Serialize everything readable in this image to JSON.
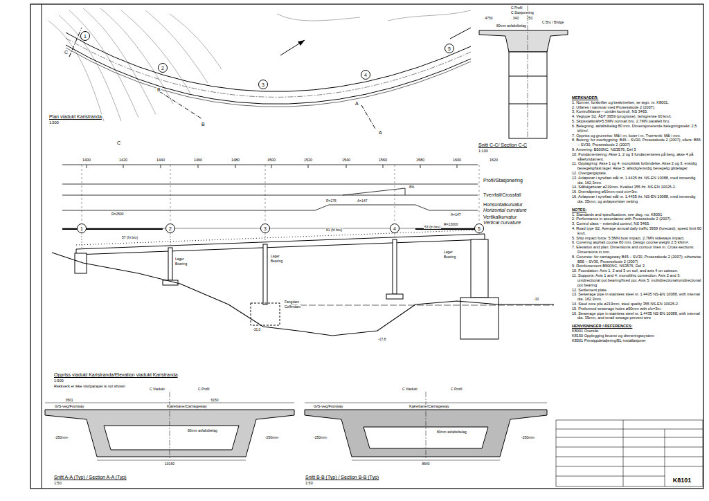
{
  "diagram": {
    "nodes": [
      {
        "text": [
          "1"
        ]
      },
      {
        "text": [
          "2"
        ]
      },
      {
        "text": [
          "3"
        ]
      },
      {
        "text": [
          "4"
        ]
      },
      {
        "text": [
          "5"
        ]
      },
      {
        "text": [
          "1"
        ]
      },
      {
        "text": [
          "2"
        ]
      },
      {
        "text": [
          "3"
        ]
      },
      {
        "text": [
          "4"
        ]
      },
      {
        "text": [
          "5"
        ]
      }
    ],
    "labels": [
      "Plan viadukt Karistranda",
      "1:500",
      "C",
      "C",
      "B",
      "B",
      "A",
      "A",
      "C Profil",
      "C Stasjonering",
      "C Bru / Bridge",
      "4750",
      "340",
      "250",
      "80mm asfaltslitelag",
      "Snitt C-C/ Section C-C",
      "1:100",
      "1400",
      "1420",
      "1440",
      "1460",
      "1480",
      "1500",
      "1520",
      "1540",
      "1560",
      "1580",
      "1600",
      "1620",
      "Profil/Stasjonering",
      "Tverrfall/Crossfall",
      "Horisontalkurvatur",
      "Horizontal curvature",
      "Vertikalkurvatur",
      "Vertical curvature",
      "R=2500",
      "R=13000",
      "R=275",
      "A=147",
      "A=147",
      "8%",
      "57 (fri bru)",
      "61 (fri bru)",
      "53 (fri bru)",
      "Lager",
      "Bearing",
      "Lager",
      "Bearing",
      "Lager",
      "Bearing",
      "Fangdam",
      "Cofferdam",
      "-31,0",
      "-17,8",
      "-10",
      "Oppriss viadukt Karistranda/Elevation viadukt Karistranda",
      "1:500",
      "Rekkverk er ikke vist/parapet is not shown",
      "C Viadukt",
      "C Profil",
      "3501",
      "6150",
      "G/S-veg/Footway",
      "Kjørebane/Carriageway",
      "80mm asfaltslitelag",
      "-250mm-",
      "-250mm-",
      "10160",
      "Snitt A-A (Typ) / Section A-A (Typ)",
      "1:50",
      "C Viadukt",
      "C Profil",
      "G/S-veg/Footway",
      "Kjørebane/Carriageway",
      "80mm asfaltslitelag",
      "-250mm-",
      "-250mm-",
      "8640",
      "Snitt B-B (Typ) / Section B-B (Typ)",
      "1:50",
      "K8101",
      "MERKNADER:",
      "1. Normer, forskrifter og beskrivelser, se tegn. nr. K8001.",
      "2. Utføres i samsvar med Prosesskode 2 (2007).",
      "3. Kontrollklasse – utvidet kontroll, NS 3465.",
      "4. Vegtype S2, ÅDT 3959 (prognose), fartsgrense 60 km/t.",
      "5. Skipsstøtkraft=5,5MN normalt bru, 2,7MN parallelt bru.",
      "6. Belegning: asfaltslitelag 80 mm. Dimensjonerende belegningsvekt: 2,5 kN/m².",
      "7. Oppriss og grunnriss: Mål i m, koter i m. Tverrsnitt: Mål i mm.",
      "8. Betong: for overbygning: B45 – SV30, Prosesskode 2 (2007); ellers: B55 – SV30, Prosesskode 2 (2007)",
      "9. Armering: B500NC, NS3576, Del 3",
      "10. Fundamentering: Akse 1, 2 og 3 fundamenteres på berg, akse 4 på sålefundament.",
      "11. Opplagring: Akse 1 og 4: monolittisk forbindelse. Akse 2 og 3: ensidig bevegelig/fast lager. Akse 5: allsidig/ensidig bevegelig glidelager",
      "12. Overgangsplate.",
      "13. Avløpsrør i syrefast stål nr. 1.4435 iht. NS-EN 10088, med innvendig dia. 162,3mm.",
      "14. Stålskjørterør ø219mm. Kvalitet 355 iht. NS-EN 10025-2.",
      "15. Drensåpning ø50mm med c/c=3m.",
      "16. Avløpsrør i syrefast stål nr. 1.4435 iht. NS-EN 10088, med innvendig dia. 35mm, og avløpsvrister netting",
      "NOTES:",
      "1. Standards and specifications, see dwg. no. K8001",
      "2. Performance in accordance with Prosesskode 2 (2007).",
      "3. Control class – extended control, NS 3465.",
      "4. Road type S2, Average annual daily traffic 3959 (forecast), speed limit 60 km/t.",
      "5. Ship impact force: 5,5MN bow impact, 2,7MN sideways impact.",
      "6. Covering asphalt course 80 mm. Design course weight 2.5 kN/m².",
      "7. Elevation and plan: Dimensions and contour lines m. Cross-sections: Dimensions in mm.",
      "8. Concrete: for carriageway B45 – SV30, Prosesskode 2 (2007); otherwise B55 – SV30, Prosesskode 2 (2007)",
      "9. Reinforcement B500NC, NS3576, Del 3",
      "10. Foundation: Axis 1, 2 and 3 on soil, and axis 4 on caisson.",
      "11. Supports: Axis 1 and 4: monolithic connection. Axis 2 and 3: unidirectional pot bearing/fixed pot. Axis 5: multidirectional/unidirectional pot bearing",
      "12. Settlement plate.",
      "13. Sewerage pipe in stainless steel nr. 1.4435 NS-EN 10088, with internal dia. 162.3mm.",
      "14. Steel core pile ø219mm, steel quality 355 NS-EN 10025-2.",
      "15. Preformed sewerage holes ø50mm with c/c=3m.",
      "16. Sewerage pipe in stainless steel nr. 1.4435 NS-EN 10088, with internal dia. 35mm, and small sewage prevent wire",
      "HENVISNINGER / REFERENCES:",
      "K8001 Oversikt",
      "K8150 Opplegging bruene og dreneringssystem",
      "K8301 Prinsippdetaljering/EL-installasjoner"
    ]
  }
}
